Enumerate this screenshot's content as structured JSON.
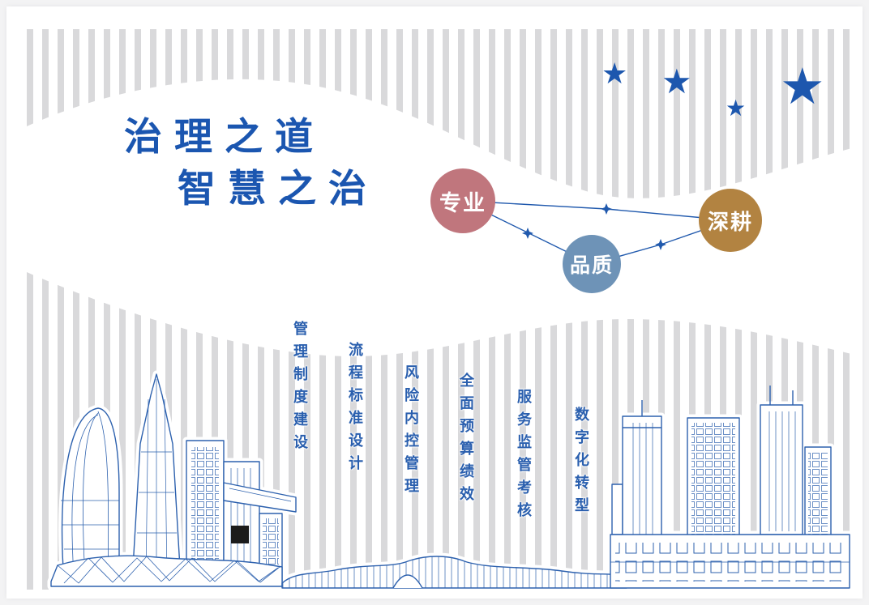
{
  "poster": {
    "title": {
      "line1": "治理之道",
      "line2": "智慧之治"
    },
    "nodes": [
      {
        "label": "专业",
        "color": "#c0767d"
      },
      {
        "label": "品质",
        "color": "#6e93b7"
      },
      {
        "label": "深耕",
        "color": "#b28341"
      }
    ],
    "pillars": [
      "管理制度建设",
      "流程标准设计",
      "风险内控管理",
      "全面预算绩效",
      "服务监管考核",
      "数字化转型"
    ],
    "colors": {
      "primary_blue": "#1b56b0",
      "line_blue": "#2d61ae",
      "stripe_gray": "#d9d9db",
      "node_pink": "#c0767d",
      "node_blue": "#6e93b7",
      "node_gold": "#b28341"
    }
  },
  "icons": {
    "star": "★"
  }
}
